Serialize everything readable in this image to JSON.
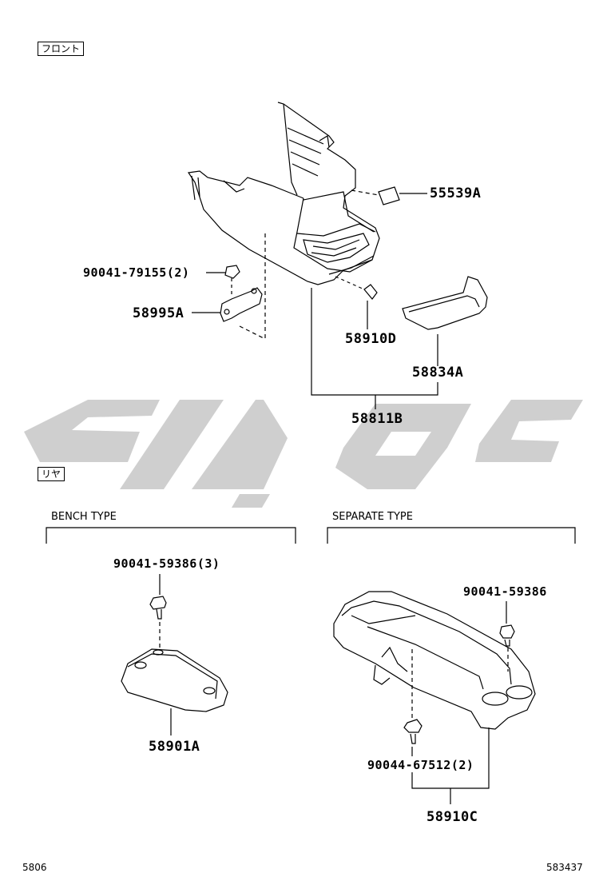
{
  "sections": {
    "front": "フロント",
    "rear": "リヤ",
    "bench_type": "BENCH TYPE",
    "separate_type": "SEPARATE TYPE"
  },
  "parts": {
    "p55539A": "55539A",
    "p90041_79155": "90041-79155(2)",
    "p58995A": "58995A",
    "p58910D": "58910D",
    "p58834A": "58834A",
    "p58811B": "58811B",
    "p90041_59386_3": "90041-59386(3)",
    "p58901A": "58901A",
    "p90041_59386": "90041-59386",
    "p90044_67512": "90044-67512(2)",
    "p58910C": "58910C"
  },
  "footer": {
    "left": "5806",
    "right": "583437"
  },
  "watermark": {
    "color": "#cfcfcf"
  }
}
